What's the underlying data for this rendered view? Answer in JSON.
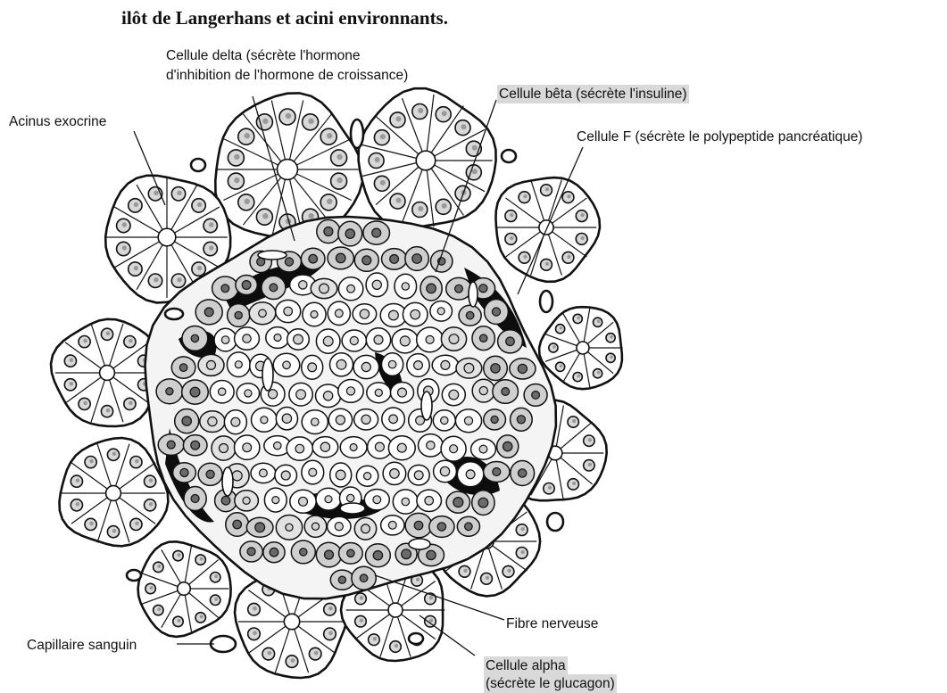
{
  "title": "ilôt de Langerhans et acini environnants.",
  "labels": {
    "delta_line1": "Cellule delta (sécrète l'hormone",
    "delta_line2": "d'inhibition de l'hormone de croissance)",
    "beta": "Cellule bêta (sécrète l'insuline)",
    "acinus": "Acinus exocrine",
    "f_cell": "Cellule F (sécrète le polypeptide pancréatique)",
    "nerve": "Fibre nerveuse",
    "capillary": "Capillaire sanguin",
    "alpha_line1": "Cellule alpha",
    "alpha_line2": "(sécrète le glucagon)"
  },
  "colors": {
    "ink": "#111111",
    "peripheral_cell": "#cfcfcf",
    "dark_cell": "#6a6a6a",
    "highlight": "#d9d9d9"
  }
}
